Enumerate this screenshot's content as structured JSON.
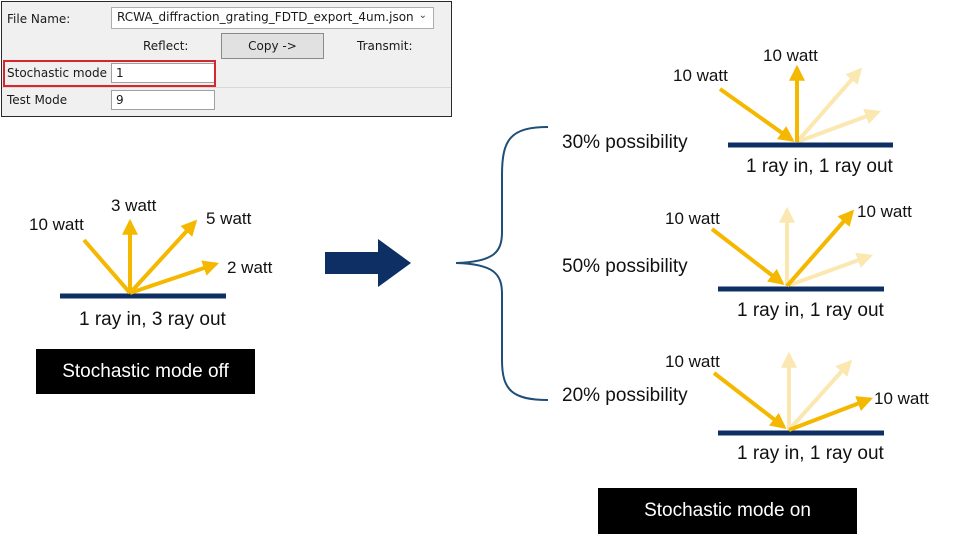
{
  "dialog": {
    "file_name_label": "File Name:",
    "file_name_value": "RCWA_diffraction_grating_FDTD_export_4um.json",
    "reflect_label": "Reflect:",
    "copy_button": "Copy ->",
    "transmit_label": "Transmit:",
    "stochastic_label": "Stochastic mode",
    "stochastic_value": "1",
    "test_mode_label": "Test Mode",
    "test_mode_value": "9",
    "highlight_color": "#d9262d"
  },
  "off_mode": {
    "incoming": "10 watt",
    "ray_out_1": "3 watt",
    "ray_out_2": "5 watt",
    "ray_out_3": "2 watt",
    "caption": "1 ray in, 3 ray out",
    "label": "Stochastic mode off"
  },
  "on_mode": {
    "cases": [
      {
        "possibility": "30% possibility",
        "incoming": "10 watt",
        "outgoing": "10 watt",
        "caption": "1 ray in, 1 ray out"
      },
      {
        "possibility": "50% possibility",
        "incoming": "10 watt",
        "outgoing": "10 watt",
        "caption": "1 ray in, 1 ray out"
      },
      {
        "possibility": "20% possibility",
        "incoming": "10 watt",
        "outgoing": "10 watt",
        "caption": "1 ray in, 1 ray out"
      }
    ],
    "label": "Stochastic mode on"
  },
  "colors": {
    "ray": "#f5b800",
    "ray_faded": "#fbe7b0",
    "surface": "#0d2f63",
    "arrow": "#0d2f63",
    "bracket": "#1f4e79"
  }
}
